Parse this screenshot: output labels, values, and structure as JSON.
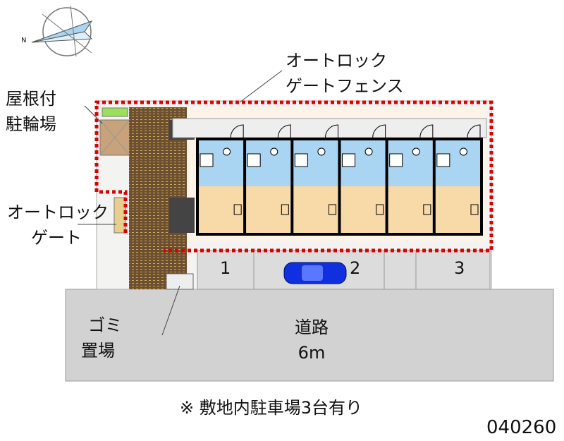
{
  "labels": {
    "autolock_fence": [
      "オートロック",
      "ゲートフェンス"
    ],
    "bike_parking": [
      "屋根付",
      "駐輪場"
    ],
    "autolock_gate": [
      "オートロック",
      "ゲート"
    ],
    "garbage": [
      "ゴミ",
      "置場"
    ],
    "road": [
      "道路",
      "6m"
    ],
    "parking_note": "※ 敷地内駐車場3台有り",
    "code": "040260",
    "compass": "N"
  },
  "parking_spaces": [
    "1",
    "2",
    "3"
  ],
  "units_count": 6,
  "colors": {
    "boundary": "#e00000",
    "wet_area": "#a9d4f2",
    "room": "#f8d9a8",
    "brick": "#7a5a35",
    "road": "#d2d2d2",
    "car": "#1030e0"
  }
}
